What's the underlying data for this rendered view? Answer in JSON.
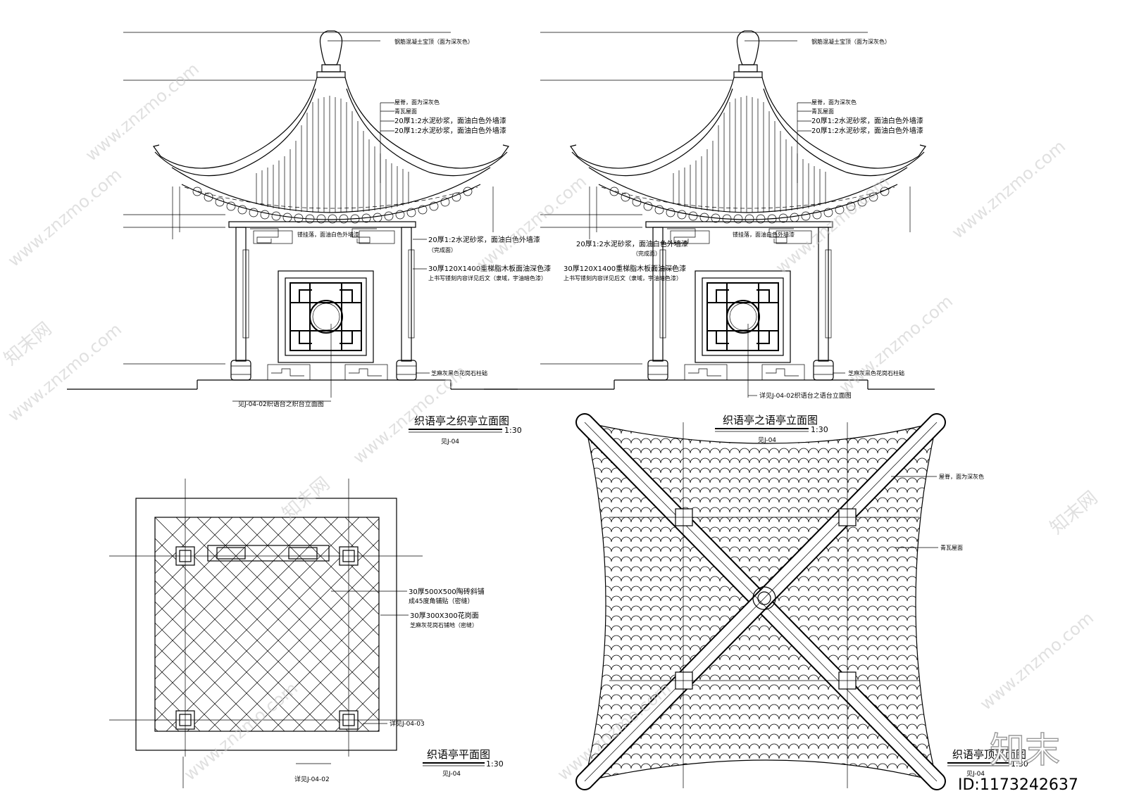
{
  "views": {
    "front": {
      "title": "织语亭之织亭立面图",
      "scale": "1:30",
      "ref": "见J-04",
      "notes": {
        "finial": "钢筋混凝土宝顶（面为深灰色）",
        "roof1": "屋脊，面为深灰色",
        "roof2": "青瓦屋面",
        "roof3": "20厚1:2水泥砂浆，面油白色外墙漆",
        "roof4": "20厚1:2水泥砂浆，面油白色外墙漆",
        "beam1": "20厚1:2水泥砂浆，面油白色外墙漆",
        "beam2": "（完成面）",
        "lattice": "镂挂落，面油白色外墙漆",
        "panel1": "30厚120X1400重梯脂木板面油深色漆",
        "panel2": "上书写镂刻内容详见后文（隶域，宇油暗色漆）",
        "base": "芝麻灰黑色花岗石柱础",
        "detail": "见J-04-02织语台之织台立面图"
      }
    },
    "side": {
      "title": "织语亭之语亭立面图",
      "scale": "1:30",
      "ref": "见J-04",
      "notes": {
        "finial": "钢筋混凝土宝顶（面为深灰色）",
        "roof1": "屋脊，面为深灰色",
        "roof2": "青瓦屋面",
        "roof3": "20厚1:2水泥砂浆，面油白色外墙漆",
        "roof4": "20厚1:2水泥砂浆，面油白色外墙漆",
        "beam1": "20厚1:2水泥砂浆，面油白色外墙漆",
        "beam2": "（完成面）",
        "lattice": "镂挂落，面油白色外墙漆",
        "panel1": "30厚120X1400重梯脂木板面油深色漆",
        "panel2": "上书写镂刻内容详见后文（隶域，宇油暗色漆）",
        "base": "芝麻灰黑色花岗石柱础",
        "detail": "详见J-04-02织语台之语台立面图"
      }
    },
    "plan": {
      "title": "织语亭平面图",
      "scale": "1:30",
      "ref": "见J-04",
      "notes": {
        "tile1a": "30厚500X500陶砖斜铺",
        "tile1b": "成45度角铺贴（密缝）",
        "tile2a": "30厚300X300花岗面",
        "tile2b": "芝麻灰花岗石铺地（密缝）",
        "ref1": "详见J-04-03",
        "ref2": "详见J-04-02"
      }
    },
    "roof": {
      "title": "织语亭顶平面图",
      "scale": "1:30",
      "ref": "见J-04",
      "notes": {
        "ridge": "屋脊，面为深灰色",
        "tiles": "青瓦屋面"
      }
    }
  },
  "watermark": {
    "site": "www.znzmo.com",
    "brand": "知末",
    "brand_cn": "知末网",
    "id": "ID:1173242637"
  }
}
